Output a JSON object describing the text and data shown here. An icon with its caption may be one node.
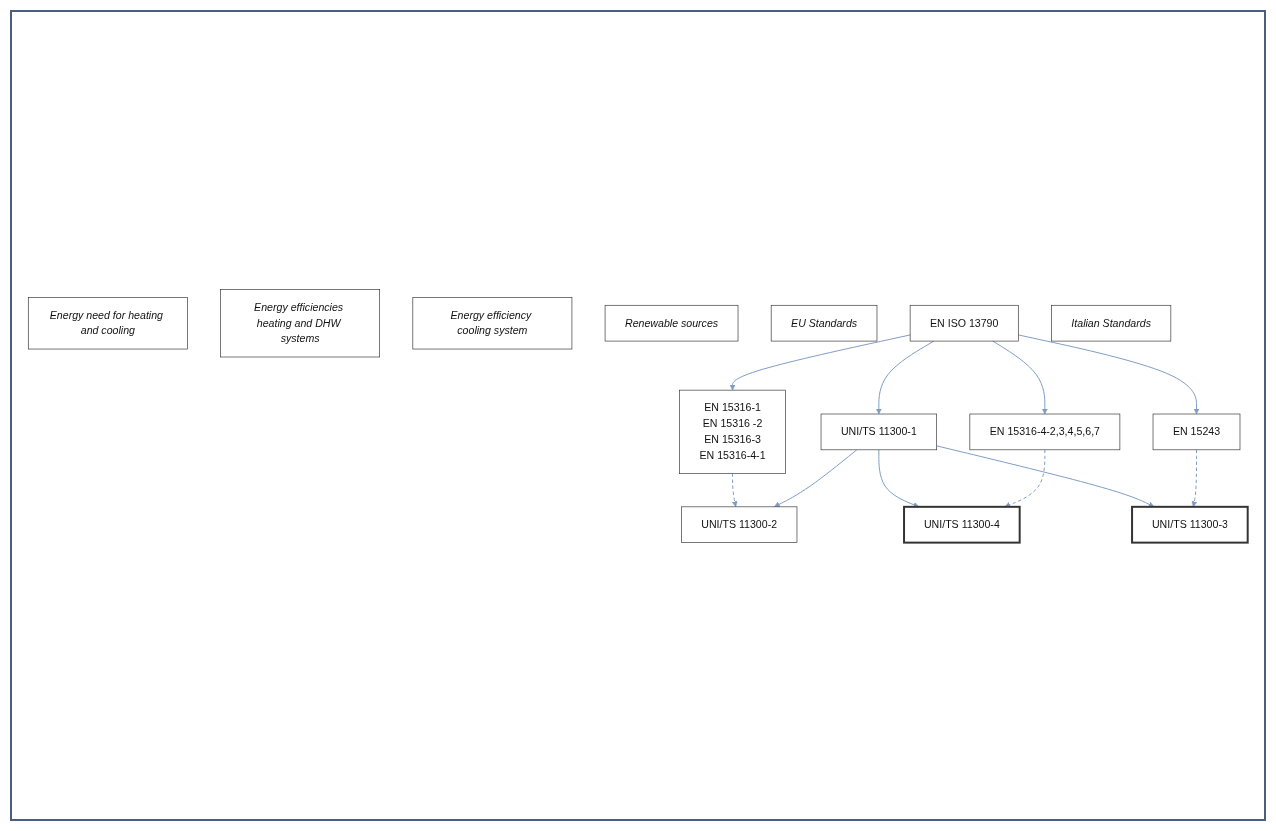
{
  "diagram": {
    "nodes": [
      {
        "text": [
          "Energy need for heating and cooling"
        ]
      },
      {
        "text": [
          "Energy efficiencies heating and DHW systems"
        ]
      },
      {
        "text": [
          "Energy efficiency cooling system"
        ]
      },
      {
        "text": [
          "Renewable sources"
        ]
      },
      {
        "text": [
          "EU Standards"
        ]
      },
      {
        "text": [
          "EN 15316-1",
          "EN 15316 -2",
          "EN 15316-3",
          "EN 15316-4-1"
        ]
      },
      {
        "text": [
          "EN ISO 13790"
        ]
      },
      {
        "text": [
          "EN 15316-4-2,3,4,5,6,7"
        ]
      },
      {
        "text": [
          "EN 15243"
        ]
      },
      {
        "text": [
          "Italian Standards"
        ]
      },
      {
        "text": [
          "UNI/TS 11300-2"
        ]
      },
      {
        "text": [
          "UNI/TS 11300-1"
        ]
      },
      {
        "text": [
          "UNI/TS 11300-3"
        ]
      },
      {
        "text": [
          "UNI/TS 11300-4"
        ]
      }
    ],
    "edges": [
      {
        "from": 6,
        "to": 5,
        "arrow": "to"
      },
      {
        "from": 6,
        "to": 7,
        "arrow": "to"
      },
      {
        "from": 6,
        "to": 8,
        "arrow": "to"
      },
      {
        "from": 5,
        "to": 10,
        "arrow": "to",
        "style": "dashed"
      },
      {
        "from": 6,
        "to": 11,
        "arrow": "to"
      },
      {
        "from": 11,
        "to": 10,
        "arrow": "to"
      },
      {
        "from": 11,
        "to": 12,
        "arrow": "to"
      },
      {
        "from": 11,
        "to": 13,
        "arrow": "to"
      },
      {
        "from": 8,
        "to": 12,
        "arrow": "to",
        "style": "dashed"
      },
      {
        "from": 7,
        "to": 13,
        "arrow": "to",
        "style": "dashed"
      }
    ]
  }
}
